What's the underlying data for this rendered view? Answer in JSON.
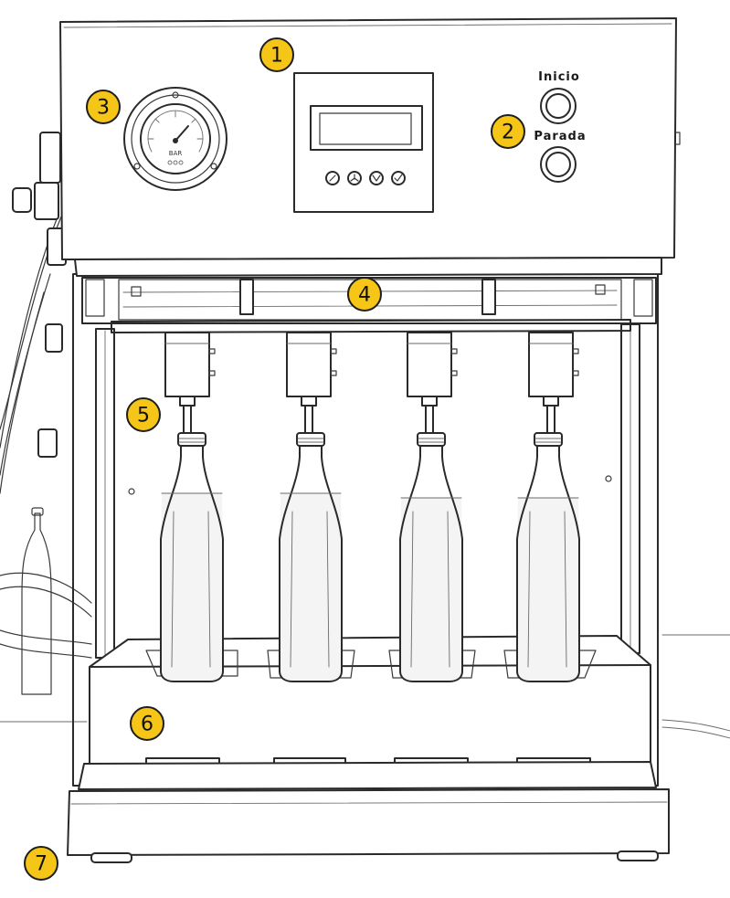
{
  "buttons": {
    "start_label": "Inicio",
    "stop_label": "Parada"
  },
  "callouts": [
    "1",
    "2",
    "3",
    "4",
    "5",
    "6",
    "7"
  ],
  "heads": 4,
  "colors": {
    "callout_fill": "#f5c518",
    "line": "#2a2a2a",
    "background": "#ffffff"
  },
  "icons": [
    "gear-icon",
    "arrow-icon",
    "dropdown-icon",
    "check-icon"
  ]
}
